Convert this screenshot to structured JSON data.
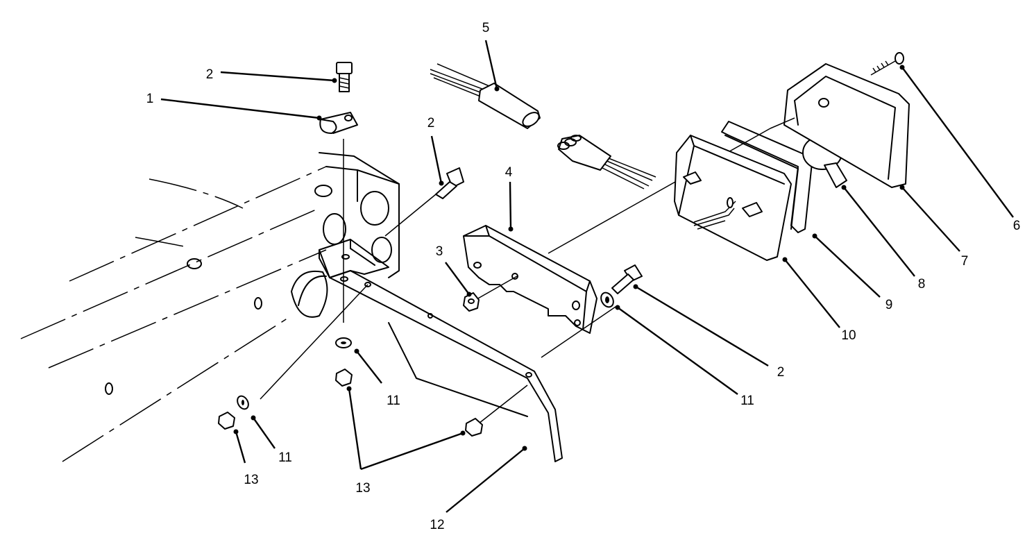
{
  "callouts": {
    "c1": "1",
    "c2a": "2",
    "c2b": "2",
    "c2c": "2",
    "c3": "3",
    "c4": "4",
    "c5": "5",
    "c6": "6",
    "c7": "7",
    "c8": "8",
    "c9": "9",
    "c10": "10",
    "c11a": "11",
    "c11b": "11",
    "c11c": "11",
    "c12": "12",
    "c13a": "13",
    "c13b": "13"
  },
  "colors": {
    "ink": "#000000",
    "paper": "#ffffff"
  }
}
